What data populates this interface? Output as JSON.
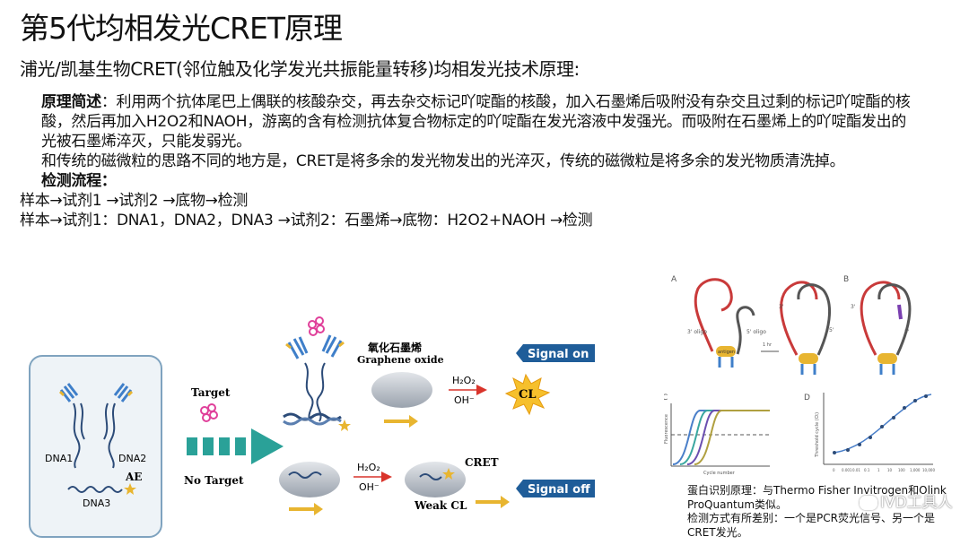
{
  "title": "第5代均相发光CRET原理",
  "subtitle": "浦光/凯基生物CRET(邻位触及化学发光共振能量转移)均相发光技术原理:",
  "principle": {
    "label": "原理简述",
    "text": "：利用两个抗体尾巴上偶联的核酸杂交，再去杂交标记吖啶酯的核酸，加入石墨烯后吸附没有杂交且过剩的标记吖啶酯的核酸，然后再加入H2O2和NAOH，游离的含有检测抗体复合物标定的吖啶酯在发光溶液中发强光。而吸附在石墨烯上的吖啶酯发出的光被石墨烯淬灭，只能发弱光。",
    "text2": "和传统的磁微粒的思路不同的地方是，CRET是将多余的发光物发出的光淬灭，传统的磁微粒是将多余的发光物质清洗掉。"
  },
  "detection": {
    "label": "检测流程：",
    "flow1": "样本→试剂1 →试剂2 →底物→检测",
    "flow2": "样本→试剂1：DNA1，DNA2，DNA3 →试剂2：石墨烯→底物：H2O2+NAOH →检测"
  },
  "diagram": {
    "dna1": "DNA1",
    "dna2": "DNA2",
    "dna3": "DNA3",
    "ae": "AE",
    "target": "Target",
    "no_target": "No Target",
    "graphene_cn": "氧化石墨烯",
    "graphene_en": "Graphene oxide",
    "h2o2": "H₂O₂",
    "oh": "OH⁻",
    "cl": "CL",
    "cret": "CRET",
    "weak_cl": "Weak CL",
    "signal_on": "Signal on",
    "signal_off": "Signal off"
  },
  "figure": {
    "panel_a": "A",
    "panel_b": "B",
    "panel_c": "C",
    "panel_d": "D",
    "oligo3": "3' oligo",
    "oligo5": "5' oligo",
    "antigen": "antigen",
    "hr": "1 hr",
    "three": "3'",
    "five": "5'",
    "c_ylabel": "Fluorescence",
    "c_xlabel": "Cycle number",
    "d_ylabel": "Threshold cycle (Ct)",
    "d_xticks": [
      "0",
      "0.001",
      "0.01",
      "0.1",
      "1",
      "10",
      "100",
      "1,000",
      "10,000"
    ]
  },
  "caption": {
    "line1": "蛋白识别原理：与Thermo Fisher Invitrogen和Olink ProQuantum类似。",
    "line2": "检测方式有所差别：一个是PCR荧光信号、另一个是CRET发光。"
  },
  "watermark": "IVD工具人",
  "colors": {
    "signal_box": "#1f5d99",
    "arrow_green": "#2aa198",
    "arrow_yellow": "#e8b530",
    "red_arrow": "#d9342b",
    "box_border": "#7fa3bf",
    "pink": "#e0409a",
    "antibody_blue": "#3f7fc9",
    "dna_dark": "#2c4b78"
  }
}
